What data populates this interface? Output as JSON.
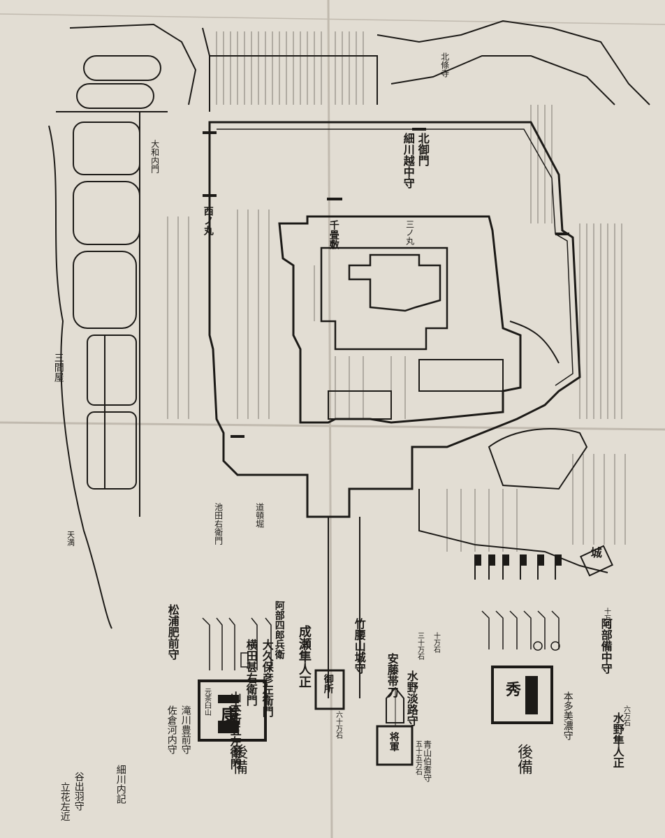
{
  "labels": {
    "north_gate_top": "北御門",
    "daimyo_top": "細川越中守",
    "castle_north": "北條寺",
    "outer_left": "大和内門",
    "senjojiki": "千畳敷",
    "sanjo": "三ノ丸",
    "west_gate": "西ノ丸",
    "shiro_kan": "城",
    "sangenya": "三間屋",
    "ten_mark": "天満",
    "lower_name_1": "阿部四郎兵衛",
    "lower_name_2": "大久保彦左衛門",
    "lower_name_3": "横田甚右衛門",
    "lower_name_4": "山本新五左衛門",
    "lower_name_5": "成瀬隼人正",
    "lower_name_6": "竹腰山城守",
    "lower_name_7": "安藤帯刀",
    "lower_name_8": "水野淡路守",
    "lower_name_9": "松浦肥前守",
    "lower_name_10": "滝川豊前守",
    "lower_name_11": "佐倉河内守",
    "lower_name_12": "青山伯耆守",
    "lower_name_13": "阿部備中守",
    "lower_name_14": "水野隼人正",
    "lower_name_15": "本多美濃守",
    "lower_name_16": "細川内記",
    "lower_name_17": "谷出羽守",
    "lower_name_18": "立花左近",
    "koku_1": "十万石",
    "koku_2": "六十万石",
    "koku_3": "三十万石",
    "koku_4": "五十五万石",
    "koku_5": "十万石",
    "koku_6": "六万石",
    "rear_guard_1": "後備",
    "rear_guard_2": "後備",
    "seal_ieyasu": "康",
    "seal_hideyori": "秀",
    "seal_gosho_1": "御所",
    "seal_gosho_2": "将軍",
    "white_mountain": "元茶臼山",
    "ikeda": "池田右衛門",
    "dotei": "道頓堀"
  },
  "colors": {
    "paper": "#e2ddd3",
    "ink": "#1c1a17",
    "fold": "#b9b2a6"
  }
}
